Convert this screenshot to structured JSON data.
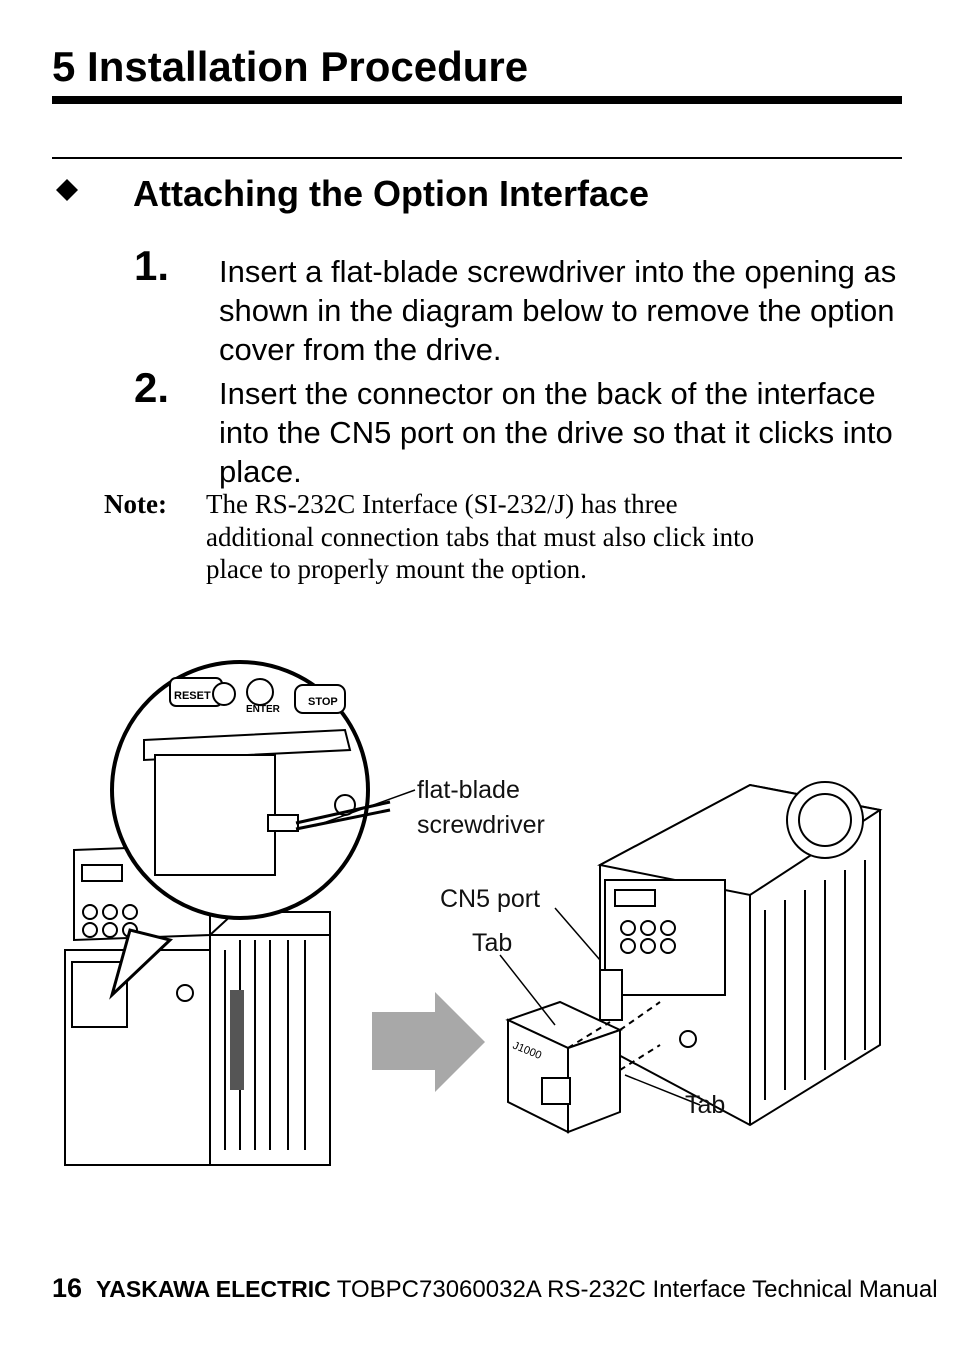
{
  "chapter": {
    "title": "5  Installation Procedure"
  },
  "section": {
    "title": "Attaching the Option Interface",
    "bullet_icon": "diamond-bullet-icon"
  },
  "steps": [
    {
      "number": "1.",
      "text": "Insert a flat-blade screwdriver into the opening as shown in the diagram below to remove the option cover from the drive."
    },
    {
      "number": "2.",
      "text": "Insert the connector on the back of the interface into the CN5 port on the drive so that it clicks into place."
    }
  ],
  "note": {
    "label": "Note:",
    "text": "The RS-232C Interface (SI-232/J) has three additional connection tabs that must also click into place to properly mount the option."
  },
  "figure": {
    "labels": {
      "screwdriver_line1": "flat-blade",
      "screwdriver_line2": "screwdriver",
      "cn5_port": "CN5 port",
      "tab_left": "Tab",
      "tab_right": "Tab",
      "option_model": "J1000",
      "keypad_reset": "RESET",
      "keypad_enter": "ENTER",
      "keypad_stop": "STOP"
    }
  },
  "footer": {
    "page_number": "16",
    "brand": "YASKAWA ELECTRIC",
    "doc_title": "TOBPC73060032A RS-232C Interface Technical Manual"
  }
}
